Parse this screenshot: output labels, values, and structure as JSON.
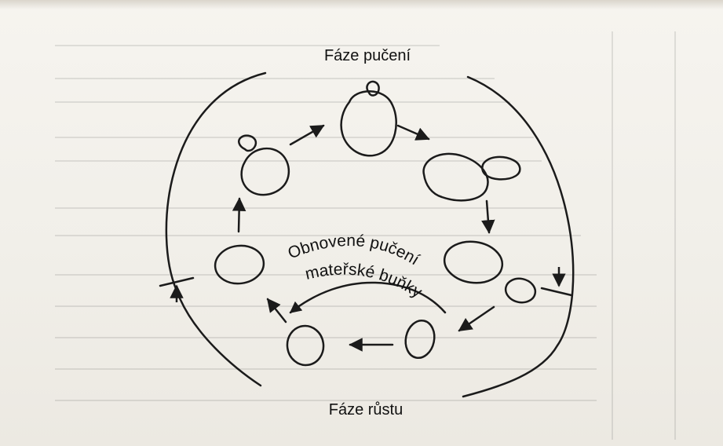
{
  "diagram": {
    "title_top": "Fáze pučení",
    "title_bottom": "Fáze růstu",
    "center_label_line1": "Obnovené pučení",
    "center_label_line2": "mateřské buňky"
  }
}
